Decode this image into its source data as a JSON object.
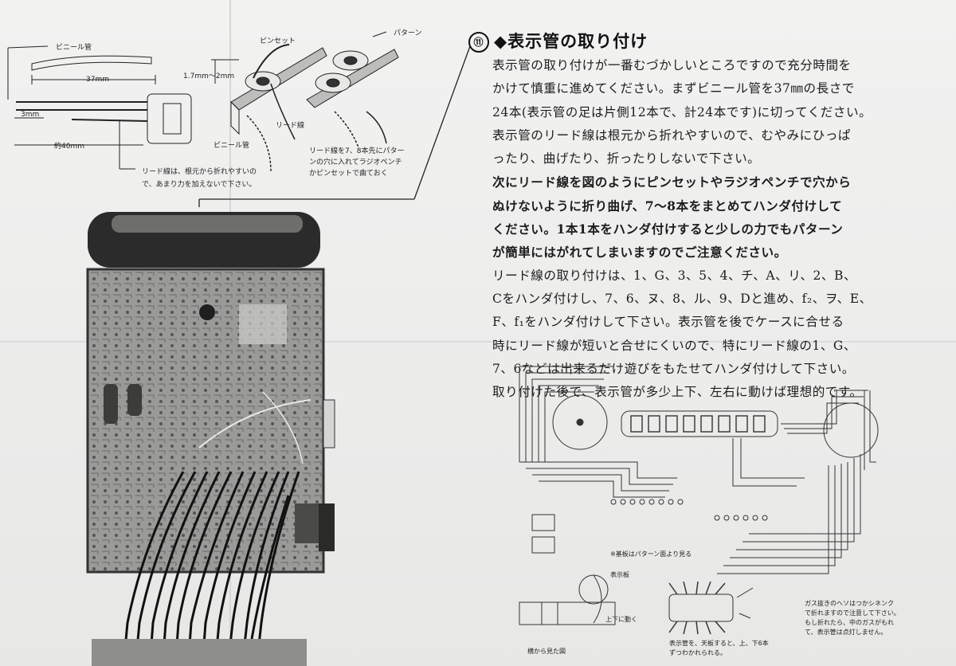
{
  "section": {
    "number": "⑪",
    "heading": "◆表示管の取り付け"
  },
  "paragraph_lines": [
    {
      "text": "表示管の取り付けが一番むづかしいところですので充分時間を",
      "bold": false
    },
    {
      "text": "かけて慎重に進めてください。まずビニール管を37㎜の長さで",
      "bold": false
    },
    {
      "text": "24本(表示管の足は片側12本で、計24本です)に切ってください。",
      "bold": false
    },
    {
      "text": "表示管のリード線は根元から折れやすいので、むやみにひっぱ",
      "bold": false
    },
    {
      "text": "ったり、曲げたり、折ったりしないで下さい。",
      "bold": false
    },
    {
      "text": "次にリード線を図のようにピンセットやラジオペンチで穴から",
      "bold": true
    },
    {
      "text": "ぬけないように折り曲げ、7〜8本をまとめてハンダ付けして",
      "bold": true
    },
    {
      "text": "ください。1本1本をハンダ付けすると少しの力でもパターン",
      "bold": true
    },
    {
      "text": "が簡単にはがれてしまいますのでご注意ください。",
      "bold": true
    },
    {
      "text": "リード線の取り付けは、1、G、3、5、4、チ、A、リ、2、B、",
      "bold": false
    },
    {
      "text": "Cをハンダ付けし、7、6、ヌ、8、ル、9、Dと進め、f₂、ヲ、E、",
      "bold": false
    },
    {
      "text": "F、f₁をハンダ付けして下さい。表示管を後でケースに合せる",
      "bold": false
    },
    {
      "text": "時にリード線が短いと合せにくいので、特にリード線の1、G、",
      "bold": false
    },
    {
      "text": "7、6などは出来るだけ遊びをもたせてハンダ付けして下さい。",
      "bold": false
    },
    {
      "text": "取り付けた後で、表示管が多少上下、左右に動けば理想的です。",
      "bold": false
    }
  ],
  "top_diagram": {
    "vinyl_tube": "ビニール管",
    "len_37": "37mm",
    "len_3": "3mm",
    "len_40": "約40mm",
    "tweezers": "ピンセット",
    "pattern": "パターン",
    "gap": "1.7mm〜2mm",
    "lead_wire": "リード線",
    "vinyl_tube_2": "ビニール管",
    "note_lead_1": "リード線は、根元から折れやすいの",
    "note_lead_2": "で、あまり力を加えないで下さい。",
    "note_bend_1": "リード線を7、8本先にパター",
    "note_bend_2": "ンの穴に入れてラジオペンチ",
    "note_bend_3": "かピンセットで曲ておく"
  },
  "wiring_diagram": {
    "note_pattern": "※基板はパターン面より見る",
    "note_tube": "表示板",
    "note_updown": "上下に動く",
    "side_view": "横から見た図",
    "caption_1": "表示管を、天板すると、上、下6本",
    "caption_2": "ずつわかれられる。",
    "gas_note_1": "ガス抜きのヘソはつかシネンク",
    "gas_note_2": "で折れますので注意して下さい。",
    "gas_note_3": "もし折れたら、中のガスがもれ",
    "gas_note_4": "て、表示管は点灯しません。"
  },
  "colors": {
    "paper": "#ebebea",
    "ink": "#1c1c1c",
    "board_dark": "#3a3a3a"
  }
}
